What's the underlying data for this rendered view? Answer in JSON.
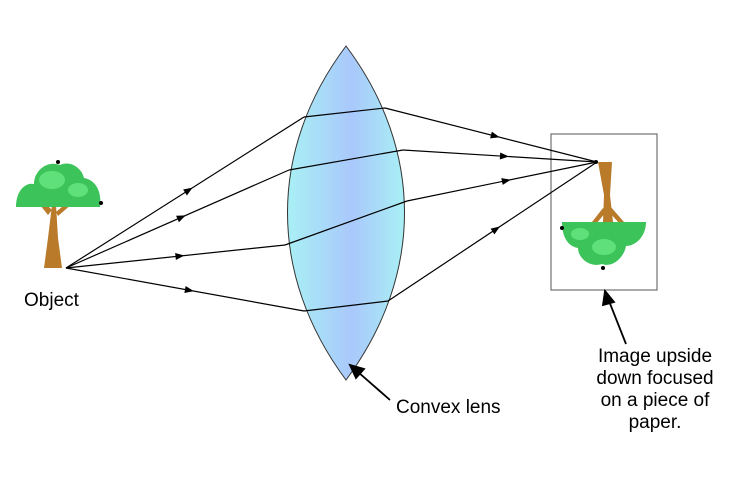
{
  "labels": {
    "object": "Object",
    "lens": "Convex lens",
    "image_lines": [
      "Image upside",
      "down focused",
      "on a piece of",
      "paper."
    ]
  },
  "colors": {
    "lens_edge": "#a9f0f5",
    "lens_center": "#a9c8fb",
    "foliage": "#3cc35a",
    "foliage_light": "#5fe07a",
    "trunk": "#b97a2a",
    "ray": "#000000",
    "paper_border": "#555555"
  },
  "icons": {
    "object_tree": "tree-icon",
    "image_tree": "inverted-tree-icon",
    "lens": "convex-lens-icon"
  }
}
